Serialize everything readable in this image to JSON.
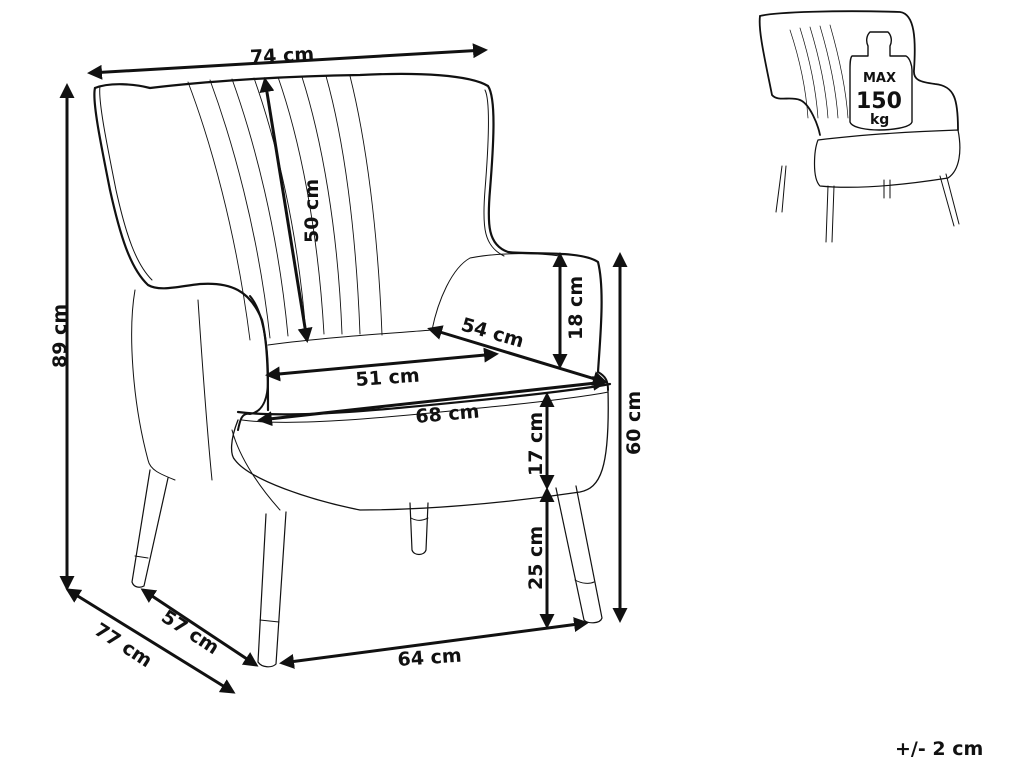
{
  "diagram": {
    "subject": "wingback armchair dimension drawing",
    "units": "cm",
    "dimensions": {
      "overall_width": "74 cm",
      "overall_height": "89 cm",
      "backrest_height": "50 cm",
      "armrest_height_above_seat": "18 cm",
      "seat_depth": "54 cm",
      "seat_width_inner": "51 cm",
      "seat_width_outer": "68 cm",
      "seat_cushion_thickness": "17 cm",
      "leg_height": "25 cm",
      "armrest_height_from_floor": "60 cm",
      "overall_depth": "77 cm",
      "leg_depth_span": "57 cm",
      "leg_width_span": "64 cm"
    },
    "tolerance": "+/- 2 cm",
    "load_badge": {
      "line1": "MAX",
      "line2": "150",
      "line3": "kg"
    }
  }
}
